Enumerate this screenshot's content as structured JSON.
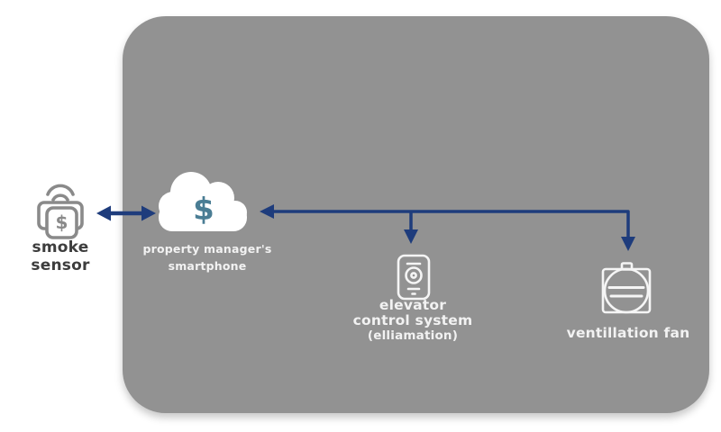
{
  "diagram": {
    "kind": "system-architecture-diagram",
    "colors": {
      "background": "#ffffff",
      "panel": "#929292",
      "arrow": "#1e3c7c",
      "dollar": "#4a7d94",
      "sensor_icon_stroke": "#8a8a8a",
      "sensor_label_text": "#3d3d3d",
      "panel_label_text": "#f2f2f2",
      "panel_icon_stroke": "#f5f5f5",
      "cloud_fill": "#ffffff"
    },
    "nodes": {
      "smoke_sensor": {
        "label": "smoke sensor",
        "icon": "smoke-sensor-wireless-icon"
      },
      "cloud": {
        "symbol": "$",
        "label_line1": "property manager's",
        "label_line2": "smartphone",
        "icon": "cloud-icon"
      },
      "elevator": {
        "label_line1": "elevator",
        "label_line2": "control system",
        "label_line3": "(elliamation)",
        "icon": "elevator-control-panel-icon"
      },
      "fan": {
        "label": "ventillation fan",
        "icon": "ventilation-fan-icon"
      }
    },
    "connections": [
      {
        "from": "smoke_sensor",
        "to": "cloud",
        "style": "bidirectional-arrow"
      },
      {
        "from": "elevator",
        "to": "cloud",
        "style": "arrow-into-cloud-branch-down"
      },
      {
        "from": "fan",
        "to": "cloud",
        "style": "arrow-into-cloud-branch-down"
      }
    ]
  }
}
